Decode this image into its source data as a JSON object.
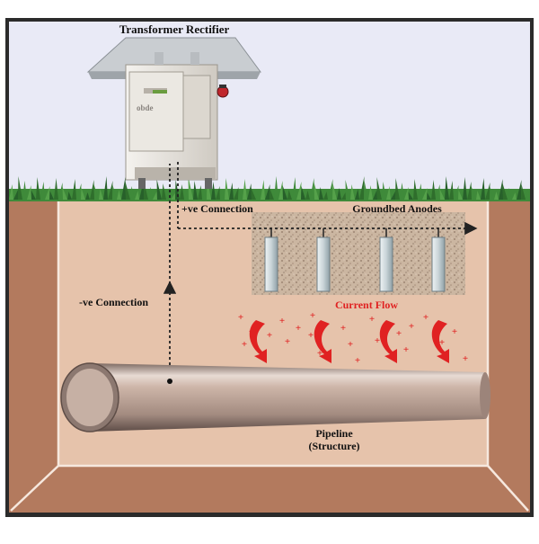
{
  "labels": {
    "transformer": "Transformer Rectifier",
    "positive_connection": "+ve Connection",
    "negative_connection": "-ve Connection",
    "groundbed": "Groundbed Anodes",
    "current_flow": "Current Flow",
    "pipeline_line1": "Pipeline",
    "pipeline_line2": "(Structure)",
    "cabinet_brand": "obde"
  },
  "charges": {
    "symbol": "+",
    "count": 22
  },
  "anodes": {
    "count": 4
  },
  "current_arrows": {
    "count": 4
  },
  "colors": {
    "sky": "#e9eaf6",
    "soil_outer": "#b37a5e",
    "soil_inner": "#e6c3ab",
    "grass": "#3f8a3a",
    "cabinet": "#e4e0d8",
    "roof": "#c9cdd1",
    "gravel": "#c8b4a0",
    "anode": "#c9d4d8",
    "pipe": "#cdb5a8",
    "current": "#e02222",
    "wire": "#222222",
    "frame": "#2b2b2b"
  }
}
